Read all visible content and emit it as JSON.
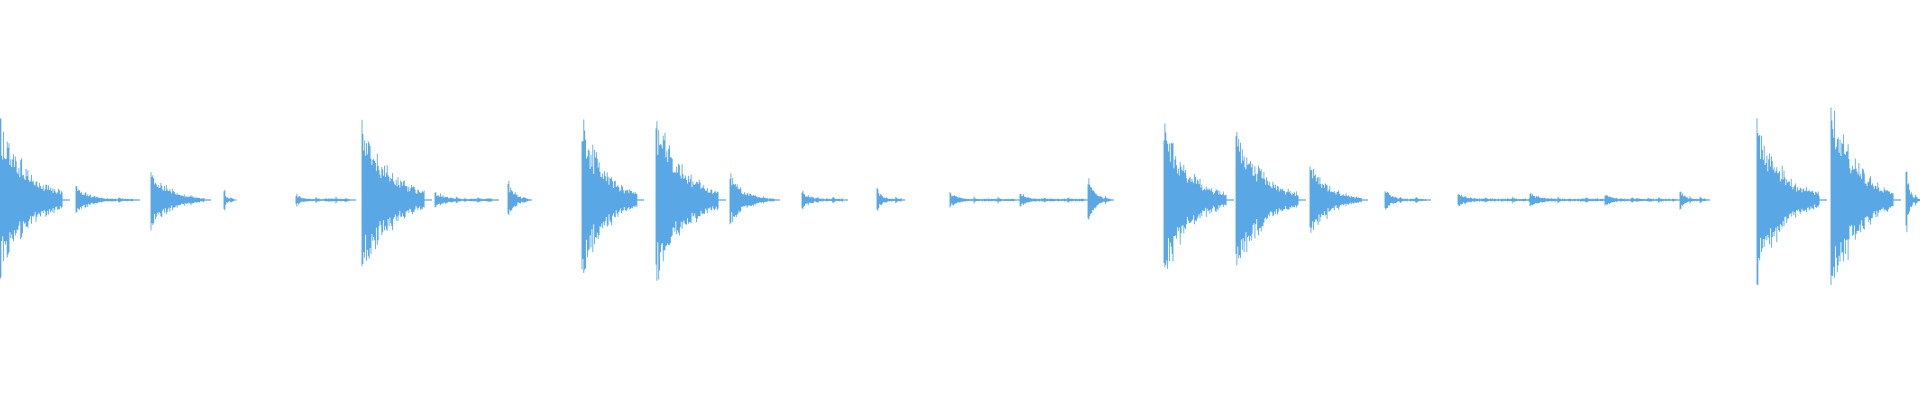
{
  "waveform": {
    "color": "#5AA7E6",
    "background": "#FFFFFF",
    "hits": [
      {
        "peak": 0.54,
        "decay": 0.42,
        "tail": 1.0
      },
      {
        "peak": 0.1,
        "decay": 0.35,
        "tail": 0.6
      },
      {
        "peak": 0.21,
        "decay": 0.4,
        "tail": 0.8
      },
      {
        "peak": 0.08,
        "decay": 0.3,
        "tail": 0.6
      },
      {
        "peak": 0.04,
        "decay": 0.25,
        "tail": 0.5
      },
      {
        "peak": 0.54,
        "decay": 0.42,
        "tail": 1.0
      },
      {
        "peak": 0.06,
        "decay": 0.3,
        "tail": 0.6
      },
      {
        "peak": 0.14,
        "decay": 0.35,
        "tail": 0.8
      },
      {
        "peak": 0.55,
        "decay": 0.42,
        "tail": 0.9
      },
      {
        "peak": 0.6,
        "decay": 0.45,
        "tail": 0.9
      },
      {
        "peak": 0.2,
        "decay": 0.4,
        "tail": 0.7
      },
      {
        "peak": 0.07,
        "decay": 0.3,
        "tail": 0.6
      },
      {
        "peak": 0.09,
        "decay": 0.3,
        "tail": 0.6
      },
      {
        "peak": 0.05,
        "decay": 0.25,
        "tail": 0.5
      },
      {
        "peak": 0.05,
        "decay": 0.25,
        "tail": 0.5
      },
      {
        "peak": 0.14,
        "decay": 0.35,
        "tail": 0.8
      },
      {
        "peak": 0.53,
        "decay": 0.42,
        "tail": 0.9
      },
      {
        "peak": 0.53,
        "decay": 0.42,
        "tail": 0.9
      },
      {
        "peak": 0.28,
        "decay": 0.4,
        "tail": 0.8
      },
      {
        "peak": 0.07,
        "decay": 0.3,
        "tail": 0.6
      },
      {
        "peak": 0.05,
        "decay": 0.25,
        "tail": 0.5
      },
      {
        "peak": 0.05,
        "decay": 0.25,
        "tail": 0.5
      },
      {
        "peak": 0.04,
        "decay": 0.25,
        "tail": 0.5
      },
      {
        "peak": 0.07,
        "decay": 0.3,
        "tail": 0.6
      },
      {
        "peak": 0.55,
        "decay": 0.42,
        "tail": 0.9
      },
      {
        "peak": 0.67,
        "decay": 0.45,
        "tail": 0.9
      },
      {
        "peak": 0.26,
        "decay": 0.4,
        "tail": 0.6
      }
    ]
  }
}
